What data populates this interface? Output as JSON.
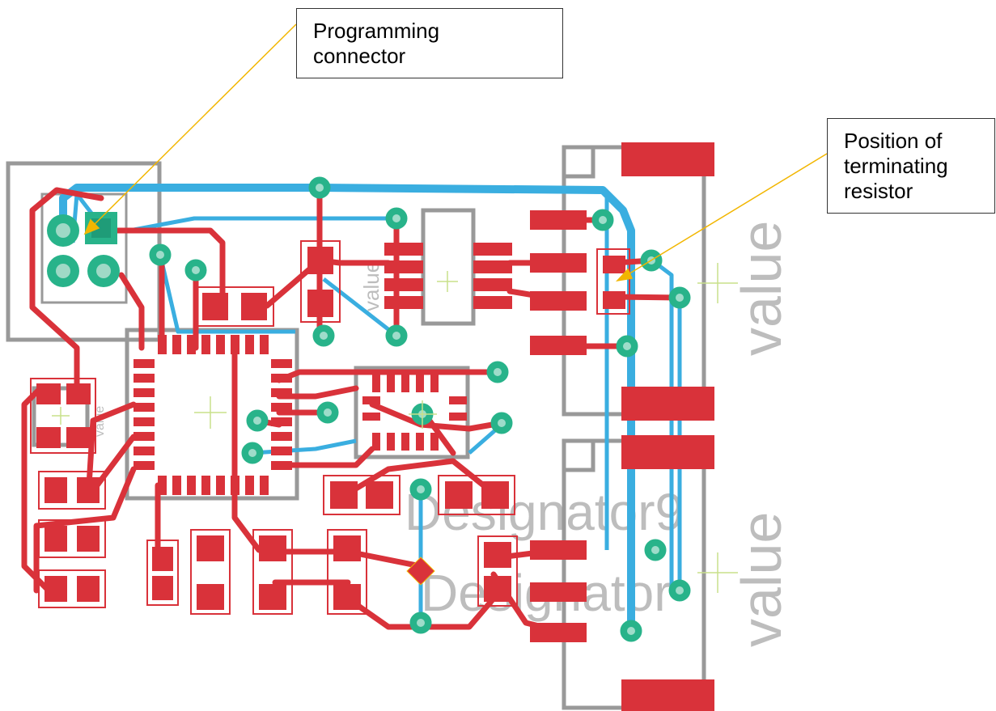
{
  "callouts": {
    "programming": {
      "line1": "Programming",
      "line2": "connector"
    },
    "terminating": {
      "line1": "Position of",
      "line2": "terminating",
      "line3": "resistor"
    }
  },
  "silkscreen": {
    "value_label": "value",
    "designator_a": "Designator9",
    "designator_b": "Designator"
  },
  "colors": {
    "top_copper": "#d9323a",
    "bottom_copper": "#3aaee0",
    "via": "#28b38a",
    "outline": "#999999",
    "callout_line": "#f2b600"
  }
}
